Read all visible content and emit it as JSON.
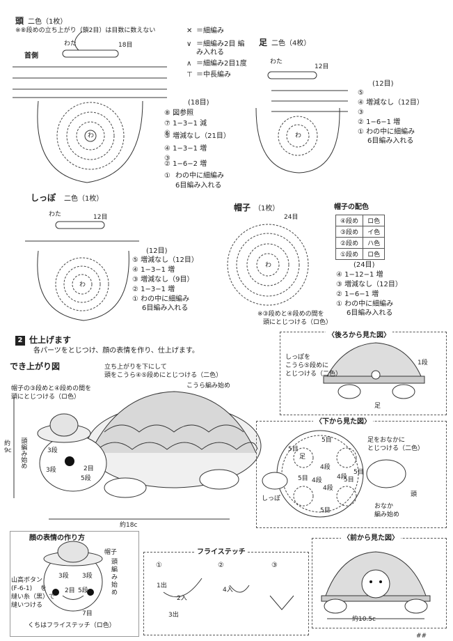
{
  "head": {
    "title": "頭",
    "color_count": "二色（1枚）",
    "note": "※⑧段めの立ち上がり（鎖2目）は目数に数えない",
    "neck_label": "首側",
    "wata": "わた",
    "top_count": "18目",
    "ring": "わ",
    "total": "(18目)",
    "rows": [
      "⑧ 図参照",
      "⑦ 1−3−1 減",
      "⑥",
      "⑤ 増減なし（21目）",
      "④ 1−3−1 増",
      "③",
      "② 1−6−2 増",
      "①",
      "わの中に細編み",
      "6目編み入れる"
    ]
  },
  "legend": {
    "items": [
      {
        "sym": "✕",
        "text": "＝細編み"
      },
      {
        "sym": "∨",
        "text": "＝細編み2目 編み入れる"
      },
      {
        "sym": "∧",
        "text": "＝細編み2目1度"
      },
      {
        "sym": "⊤",
        "text": "＝中長編み"
      }
    ]
  },
  "foot": {
    "title": "足",
    "color_count": "二色（4枚）",
    "wata": "わた",
    "top_count": "12目",
    "ring": "わ",
    "total": "(12目)",
    "rows": [
      "⑤",
      "④ 増減なし（12目）",
      "③",
      "② 1−6−1 増",
      "① わの中に細編み",
      "6目編み入れる"
    ]
  },
  "tail": {
    "title": "しっぽ",
    "color_count": "二色（1枚）",
    "wata": "わた",
    "top_count": "12目",
    "ring": "わ",
    "total": "(12目)",
    "rows": [
      "⑤ 増減なし（12目）",
      "④ 1−3−1 増",
      "③ 増減なし（9目）",
      "② 1−3−1 増",
      "① わの中に細編み",
      "6目編み入れる"
    ]
  },
  "hat": {
    "title": "帽子",
    "color_count": "（1枚）",
    "top_count": "24目",
    "ring": "わ",
    "note_lines": [
      "※③段めと④段めの間を",
      "頭にとじつける（ロ色）"
    ],
    "total": "(24目)",
    "rows": [
      "④ 1−12−1 増",
      "③ 増減なし（12目）",
      "② 1−6−1 増",
      "① わの中に細編み",
      "6目編み入れる"
    ]
  },
  "hat_colors": {
    "title": "帽子の配色",
    "rows": [
      [
        "④段め",
        "ロ色"
      ],
      [
        "③段め",
        "イ色"
      ],
      [
        "②段め",
        "ハ色"
      ],
      [
        "①段め",
        "ロ色"
      ]
    ]
  },
  "finish": {
    "num": "2",
    "title": "仕上げます",
    "desc": "各パーツをとじつけ、顔の表情を作り、仕上げます。"
  },
  "completed": {
    "title": "でき上がり図",
    "note1_lines": [
      "立ち上がりを下にして",
      "頭をこうら④⑤段めにとじつける（二色）"
    ],
    "shell_start": "こうら編み始め",
    "hat_note_lines": [
      "帽子の③段めと④段めの間を",
      "頭にとじつける（ロ色）"
    ],
    "head_start": "頭編み始め",
    "height": "約9c",
    "width": "約18c",
    "labels": [
      "3段",
      "3段",
      "2目",
      "5段"
    ]
  },
  "back_view": {
    "title": "〈後ろから見た図〉",
    "note_lines": [
      "しっぽを",
      "こうら⑤段めに",
      "とじつける（二色）"
    ],
    "row1": "1段",
    "foot": "足"
  },
  "bottom_view": {
    "title": "〈下から見た図〉",
    "note_lines": [
      "足をおなかに",
      "とじつける（二色）"
    ],
    "foot": "足",
    "labels": [
      "5目",
      "5目",
      "4段",
      "5目",
      "5目",
      "4段",
      "4段",
      "5目",
      "4段",
      "5目"
    ],
    "tail": "しっぽ",
    "head": "頭",
    "belly_lines": [
      "おなか",
      "編み始め"
    ]
  },
  "face": {
    "title": "顔の表情の作り方",
    "hat": "帽子",
    "head_start_lines": [
      "頭",
      "編",
      "み",
      "始",
      "め"
    ],
    "button_lines": [
      "山高ボタン",
      "(F-6-1)",
      "を",
      "縫い糸（黒）で",
      "縫いつける"
    ],
    "labels": [
      "3段",
      "3段",
      "2目",
      "5段",
      "7目"
    ],
    "mouth": "くちはフライステッチ（ロ色）"
  },
  "fly_stitch": {
    "title": "フライステッチ",
    "steps": [
      "①",
      "②",
      "③"
    ],
    "labels": [
      "1出",
      "2入",
      "3出",
      "4入"
    ]
  },
  "front_view": {
    "title": "〈前から見た図〉",
    "width": "約10.5c"
  },
  "page_num": "##"
}
